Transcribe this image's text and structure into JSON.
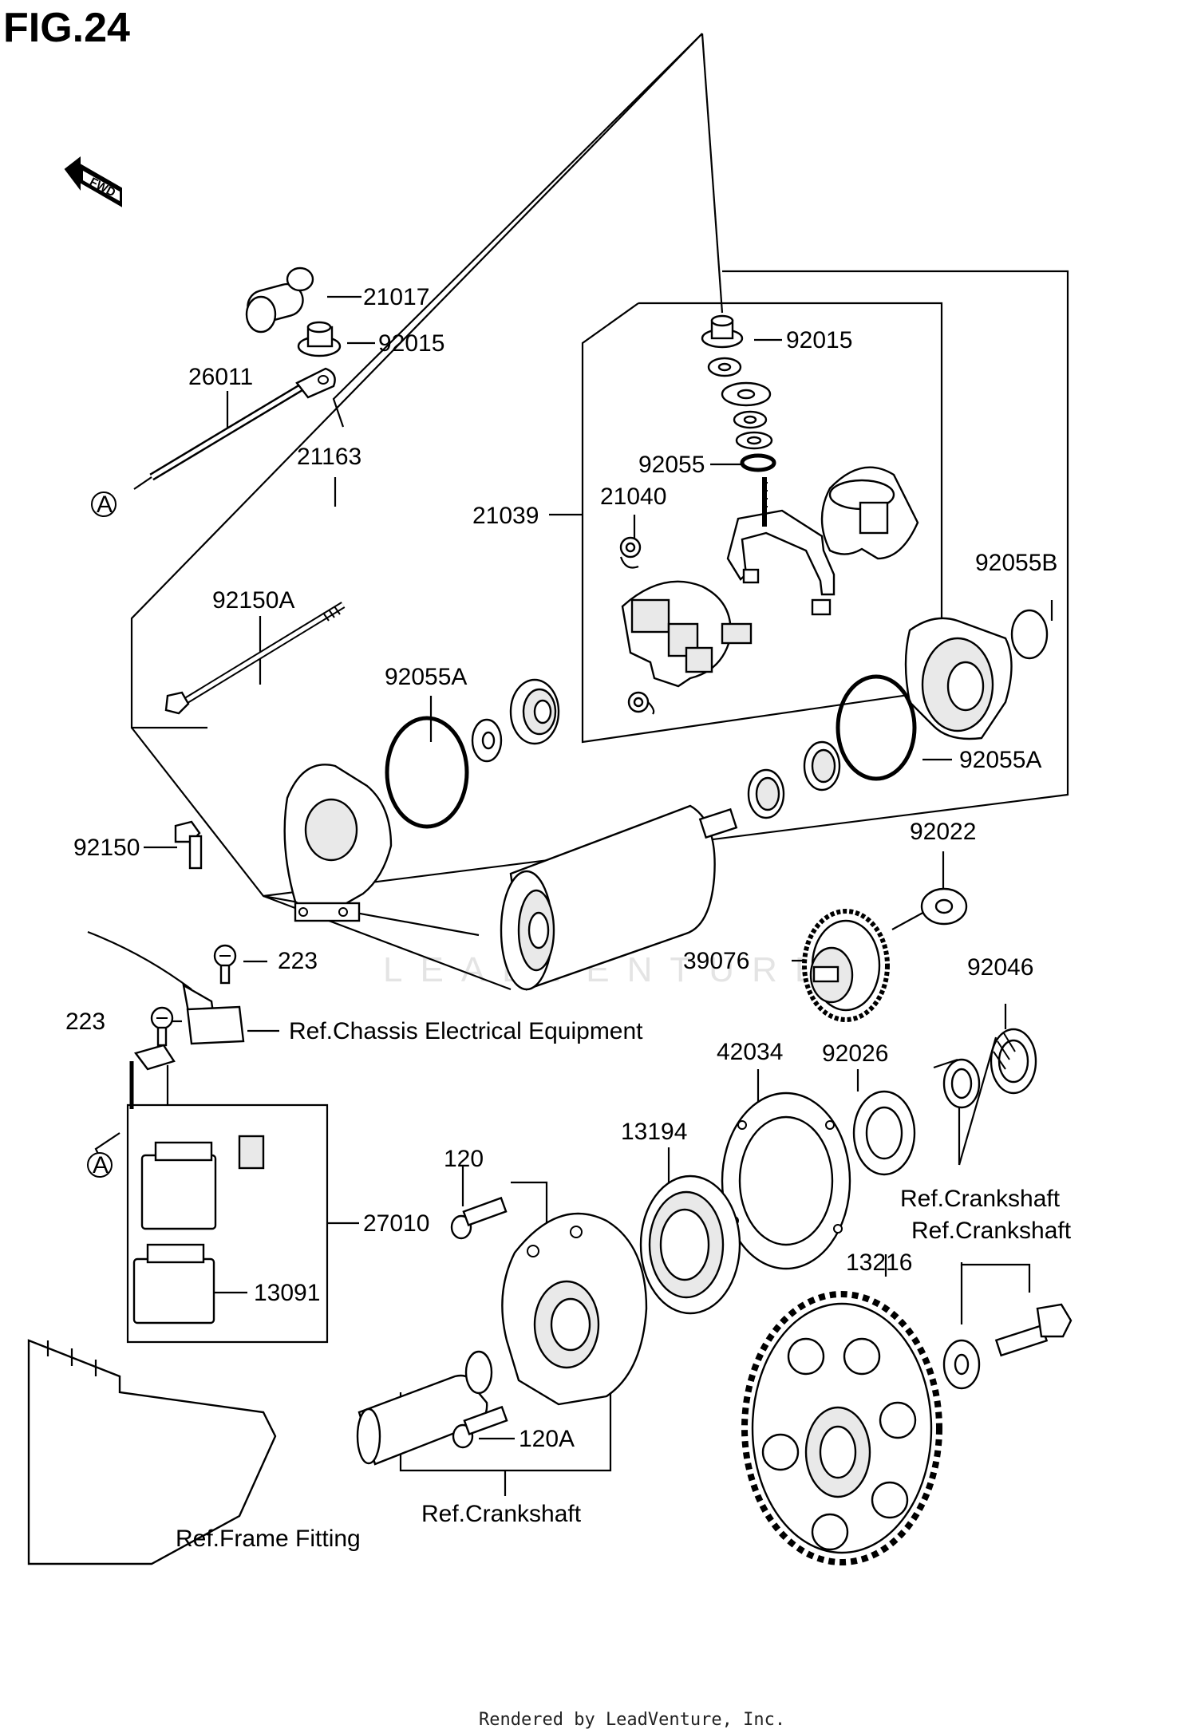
{
  "title": "FIG.24",
  "fwd_label": "FWD",
  "circle_ref": "A",
  "footer": "Rendered by LeadVenture, Inc.",
  "watermark": "LEADVENTURE",
  "labels": {
    "p21017": "21017",
    "p92015_left": "92015",
    "p26011": "26011",
    "p21163": "21163",
    "p92015_right": "92015",
    "p92055": "92055",
    "p21040": "21040",
    "p21039": "21039",
    "p92055B": "92055B",
    "p92150A": "92150A",
    "p92055A_left": "92055A",
    "p92055A_right": "92055A",
    "p92150": "92150",
    "p92022": "92022",
    "p39076": "39076",
    "p92046": "92046",
    "p223_top": "223",
    "p223_left": "223",
    "ref_chassis": "Ref.Chassis Electrical Equipment",
    "p42034": "42034",
    "p92026": "92026",
    "p13194": "13194",
    "p120": "120",
    "p27010": "27010",
    "ref_crankshaft_1": "Ref.Crankshaft",
    "ref_crankshaft_2": "Ref.Crankshaft",
    "p13216": "13216",
    "p13091": "13091",
    "p120A": "120A",
    "ref_crankshaft_bottom": "Ref.Crankshaft",
    "ref_frame_fitting": "Ref.Frame Fitting"
  }
}
